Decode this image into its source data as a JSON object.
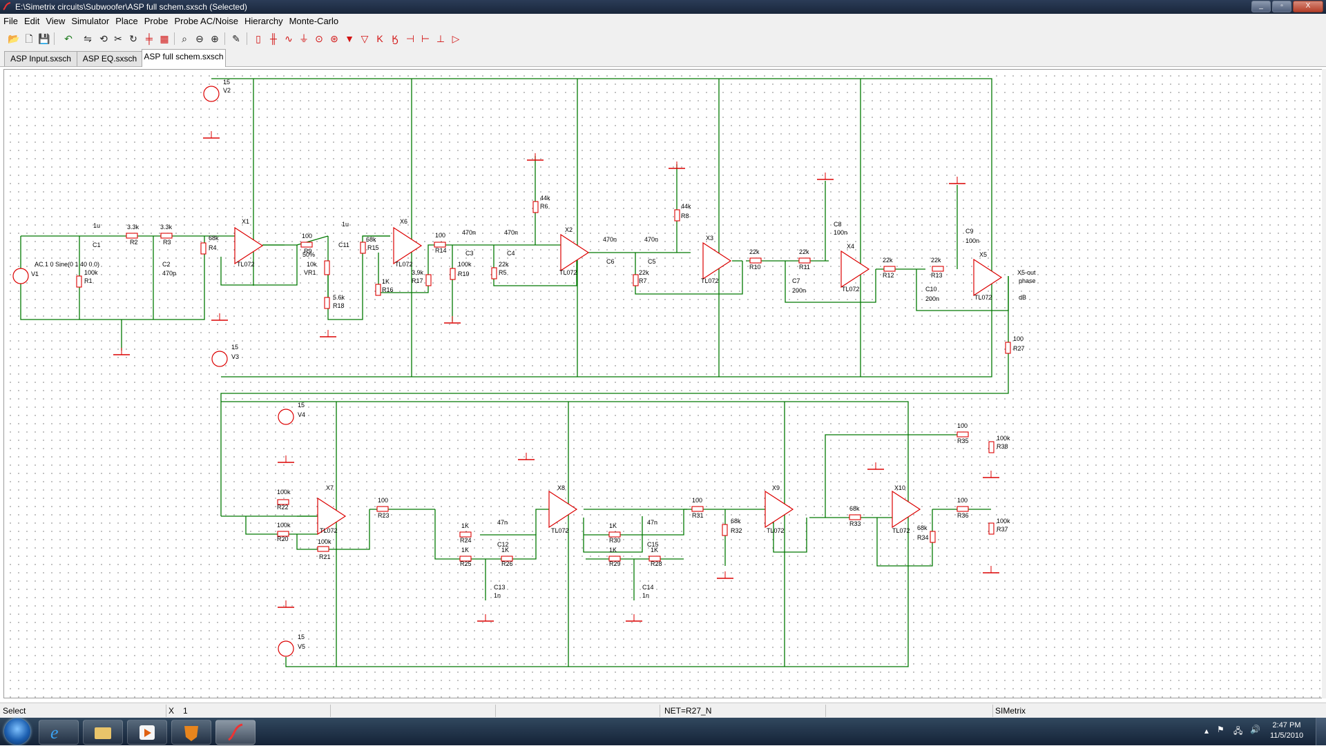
{
  "window": {
    "title": "E:\\Simetrix circuits\\Subwoofer\\ASP full schem.sxsch (Selected)",
    "buttons": [
      "_",
      "▫",
      "X"
    ]
  },
  "menu": [
    "File",
    "Edit",
    "View",
    "Simulator",
    "Place",
    "Probe",
    "Probe AC/Noise",
    "Hierarchy",
    "Monte-Carlo"
  ],
  "toolbar_icons": [
    "open-icon",
    "new-icon",
    "save-icon",
    "undo-icon",
    "rotate-icon",
    "mirror-icon",
    "delete-icon",
    "redo-icon",
    "wire-icon",
    "bus-icon",
    "zoom-full-icon",
    "zoom-out-icon",
    "zoom-in-icon",
    "pencil-icon",
    "resistor-icon",
    "capacitor-icon",
    "inductor-icon",
    "ground-icon",
    "source-icon",
    "diode-icon",
    "npn-icon",
    "pnp-icon",
    "nmos-icon",
    "pmos-icon",
    "opamp-icon",
    "probe-icon",
    "terminal-icon",
    "port-icon"
  ],
  "tabs": [
    "ASP Input.sxsch",
    "ASP EQ.sxsch",
    "ASP full schem.sxsch"
  ],
  "active_tab": 2,
  "status": {
    "mode": "Select",
    "x_label": "X",
    "x_value": "1",
    "net": "NET=R27_N",
    "product": "SIMetrix"
  },
  "clock": {
    "time": "2:47 PM",
    "date": "11/5/2010"
  },
  "schematic": {
    "colors": {
      "wire": "#007800",
      "component": "#dc0000",
      "text": "#000000"
    },
    "upper_labels": [
      [
        "15",
        "V2"
      ],
      [
        "AC 1 0 Sine(0 1 40 0 0)",
        "V1"
      ],
      [
        "1u",
        "C1"
      ],
      [
        "3.3k",
        "R2"
      ],
      [
        "3.3k",
        "R3"
      ],
      [
        "470p",
        "C2"
      ],
      [
        "100k",
        "R1"
      ],
      [
        "68k",
        "R4"
      ],
      [
        "X1",
        "TL072"
      ],
      [
        "100",
        "R9"
      ],
      [
        "50%",
        "10k",
        "VR1"
      ],
      [
        "5.6k",
        "R18"
      ],
      [
        "1u",
        "C11"
      ],
      [
        "68k",
        "R15"
      ],
      [
        "1K",
        "R16"
      ],
      [
        "X6",
        "TL072"
      ],
      [
        "3.9k",
        "R17"
      ],
      [
        "100",
        "R14"
      ],
      [
        "470n",
        "C3"
      ],
      [
        "100k",
        "R19"
      ],
      [
        "470n",
        "C4"
      ],
      [
        "22k",
        "R5"
      ],
      [
        "44k",
        "R6"
      ],
      [
        "X2",
        "TL072"
      ],
      [
        "470n",
        "C6"
      ],
      [
        "470n",
        "C5"
      ],
      [
        "22k",
        "R7"
      ],
      [
        "44k",
        "R8"
      ],
      [
        "X3",
        "TL072"
      ],
      [
        "22k",
        "R10"
      ],
      [
        "22k",
        "R11"
      ],
      [
        "200n",
        "C7"
      ],
      [
        "100n",
        "C8"
      ],
      [
        "X4",
        "TL072"
      ],
      [
        "22k",
        "R12"
      ],
      [
        "22k",
        "R13"
      ],
      [
        "200n",
        "C10"
      ],
      [
        "100n",
        "C9"
      ],
      [
        "X5",
        "TL072"
      ],
      [
        "X5-out",
        "phase",
        "dB"
      ],
      [
        "100",
        "R27"
      ],
      [
        "15",
        "V3"
      ]
    ],
    "lower_labels": [
      [
        "15",
        "V4"
      ],
      [
        "100k",
        "R22"
      ],
      [
        "100k",
        "R20"
      ],
      [
        "100k",
        "R21"
      ],
      [
        "X7",
        "TL072"
      ],
      [
        "100",
        "R23"
      ],
      [
        "1K",
        "R24"
      ],
      [
        "47n",
        "C12"
      ],
      [
        "1K",
        "R25"
      ],
      [
        "1K",
        "R26"
      ],
      [
        "1n",
        "C13"
      ],
      [
        "X8",
        "TL072"
      ],
      [
        "1K",
        "R30"
      ],
      [
        "47n",
        "C15"
      ],
      [
        "1K",
        "R29"
      ],
      [
        "1K",
        "R28"
      ],
      [
        "1n",
        "C14"
      ],
      [
        "100",
        "R31"
      ],
      [
        "68k",
        "R32"
      ],
      [
        "X9",
        "TL072"
      ],
      [
        "68k",
        "R33"
      ],
      [
        "X10",
        "TL072"
      ],
      [
        "68k",
        "R34"
      ],
      [
        "100",
        "R35"
      ],
      [
        "100k",
        "R38"
      ],
      [
        "100",
        "R36"
      ],
      [
        "100k",
        "R37"
      ],
      [
        "15",
        "V5"
      ]
    ]
  }
}
